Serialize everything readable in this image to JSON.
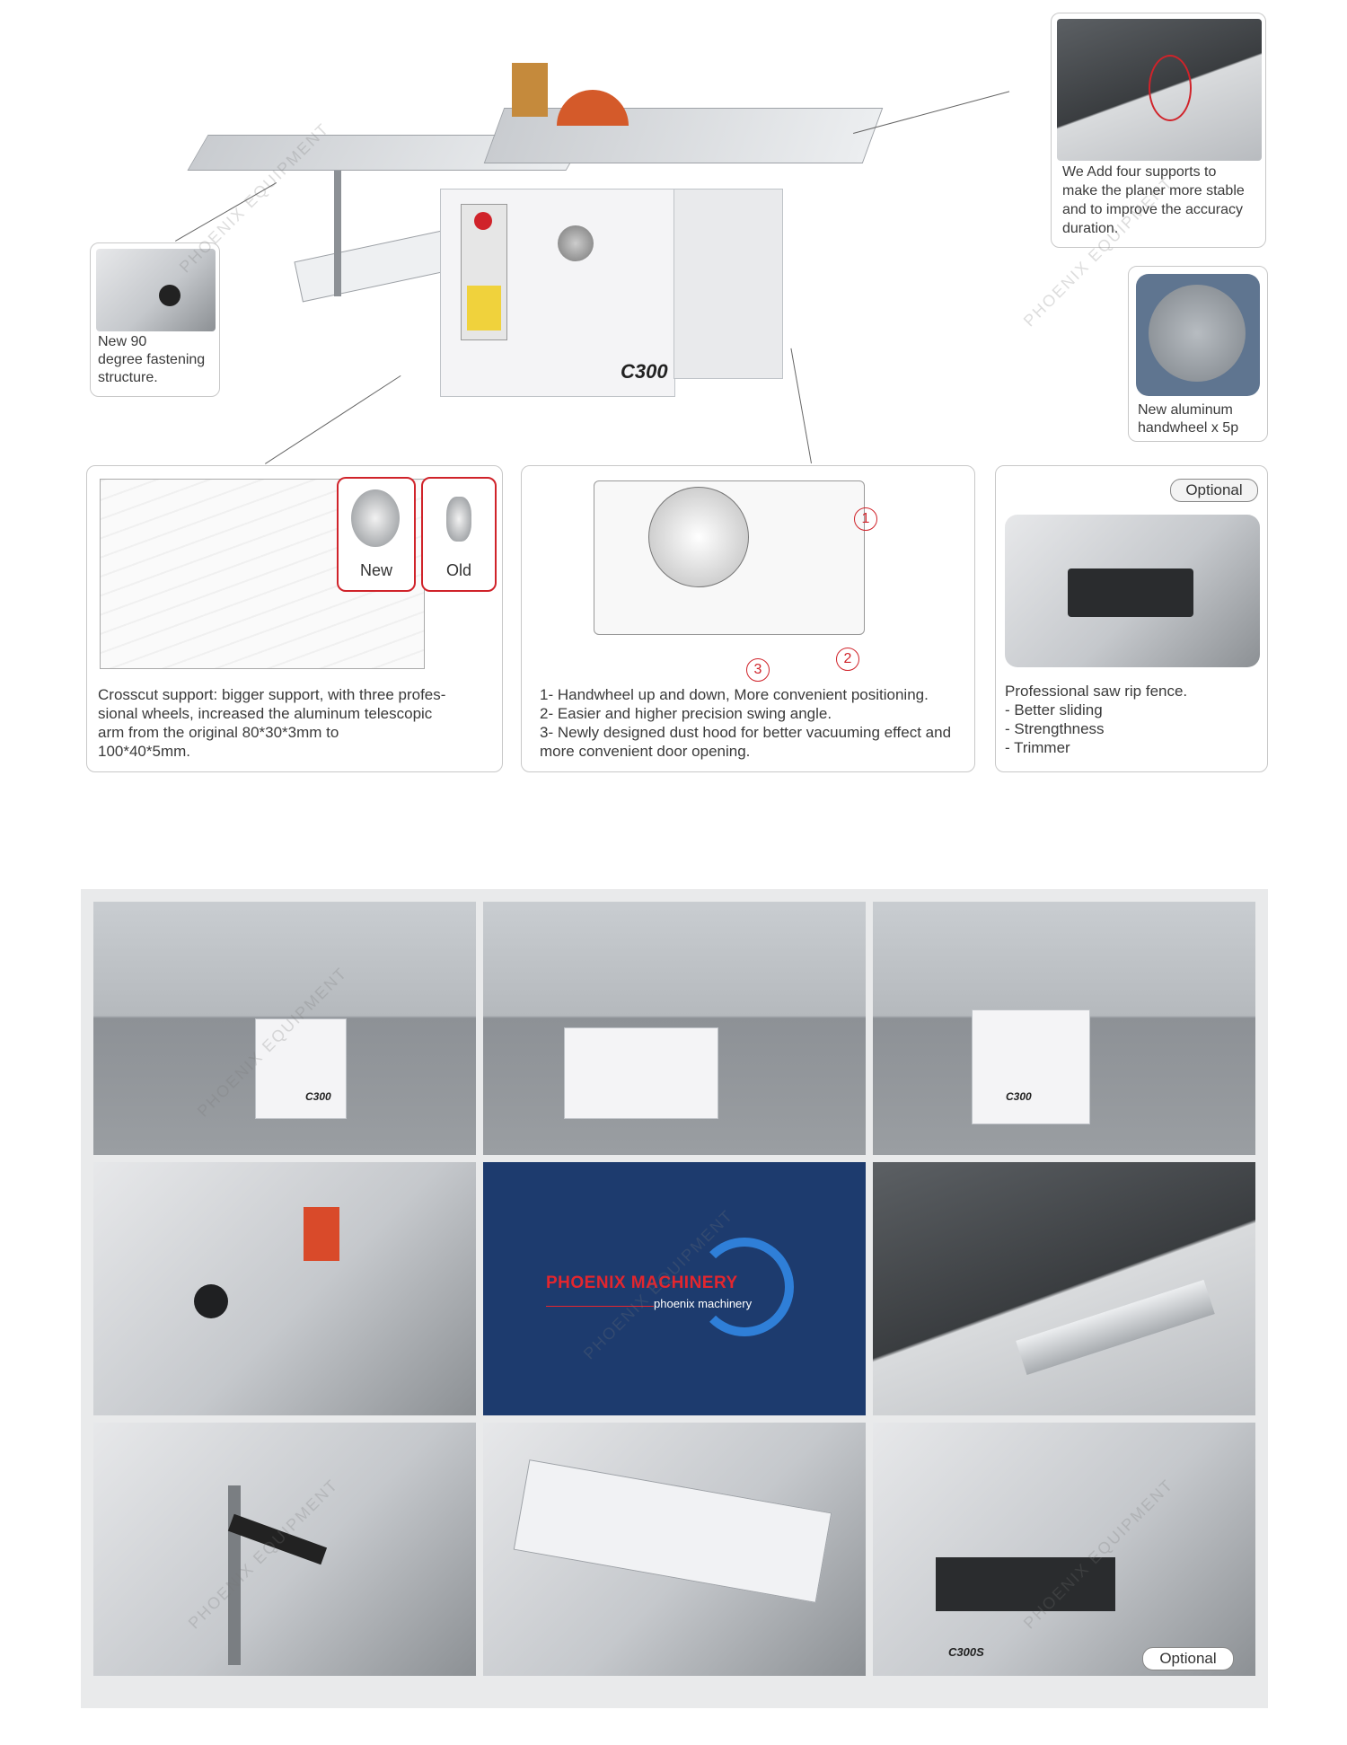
{
  "hero": {
    "machine_model": "C300"
  },
  "callouts": {
    "fastening": "New 90\ndegree fastening\nstructure.",
    "supports": "We Add four supports to\nmake the planer more stable\nand to improve the accuracy\nduration.",
    "handwheel": "New aluminum\nhandwheel x 5p"
  },
  "panel_crosscut": {
    "new_label": "New",
    "old_label": "Old",
    "caption": "Crosscut support: bigger support, with three profes-\nsional wheels, increased the aluminum telescopic\narm from the original 80*30*3mm to\n100*40*5mm."
  },
  "panel_dusthood": {
    "markers": [
      "1",
      "2",
      "3"
    ],
    "caption": "1- Handwheel up and down, More convenient positioning.\n2- Easier and higher precision swing angle.\n3- Newly designed dust hood for better vacuuming effect and\nmore convenient door opening."
  },
  "panel_ripfence": {
    "badge": "Optional",
    "caption": "Professional saw rip fence.\n- Better sliding\n- Strengthness\n- Trimmer"
  },
  "gallery": {
    "logo_brand": "PHOENIX MACHINERY",
    "logo_sub": "phoenix machinery",
    "model_label_1": "C300",
    "model_label_2": "C300",
    "model_label_3": "C300S",
    "optional_badge": "Optional"
  },
  "watermark": "PHOENIX EQUIPMENT",
  "colors": {
    "accent_red": "#d0232a",
    "logo_bg": "#1d3b6e",
    "logo_red": "#e3262e",
    "logo_blue": "#2f7fd8"
  }
}
